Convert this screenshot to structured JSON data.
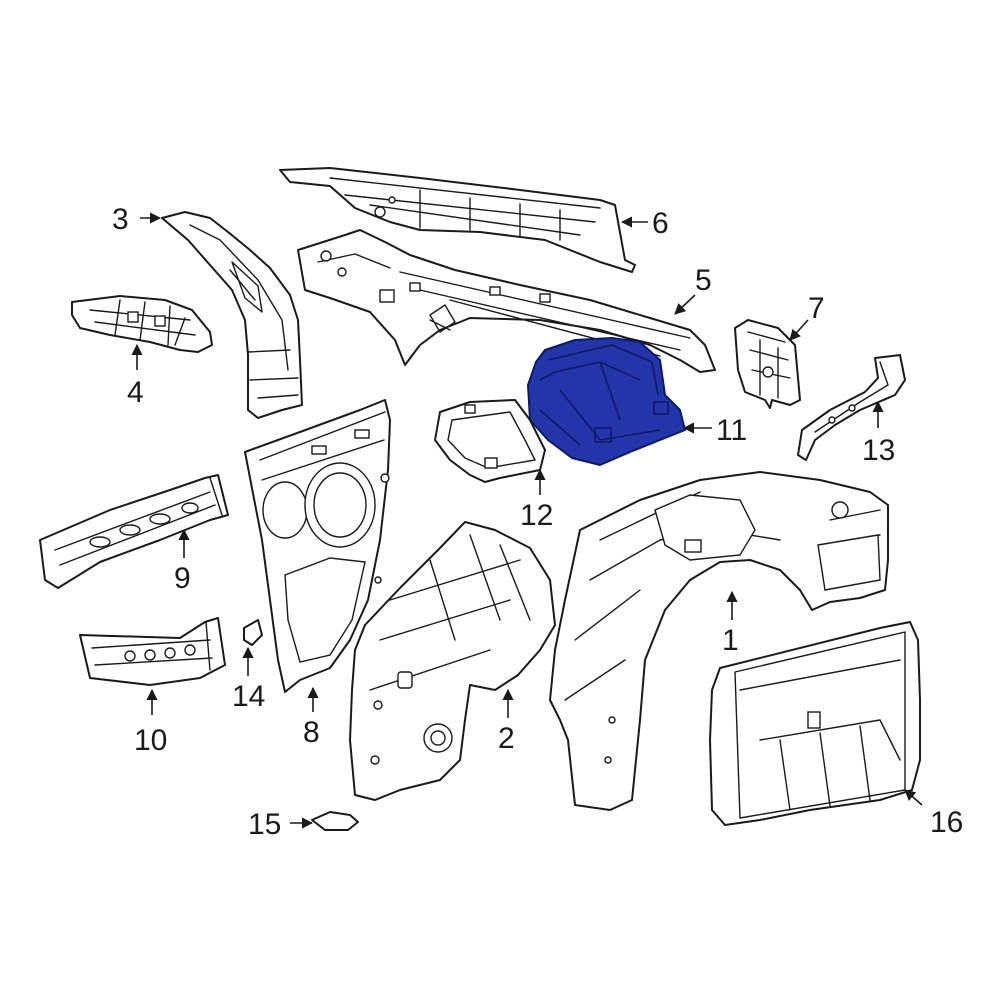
{
  "diagram": {
    "highlight_color": "#2335a8",
    "callouts": {
      "c1": "1",
      "c2": "2",
      "c3": "3",
      "c4": "4",
      "c5": "5",
      "c6": "6",
      "c7": "7",
      "c8": "8",
      "c9": "9",
      "c10": "10",
      "c11": "11",
      "c12": "12",
      "c13": "13",
      "c14": "14",
      "c15": "15",
      "c16": "16"
    },
    "highlighted_part": "11"
  }
}
